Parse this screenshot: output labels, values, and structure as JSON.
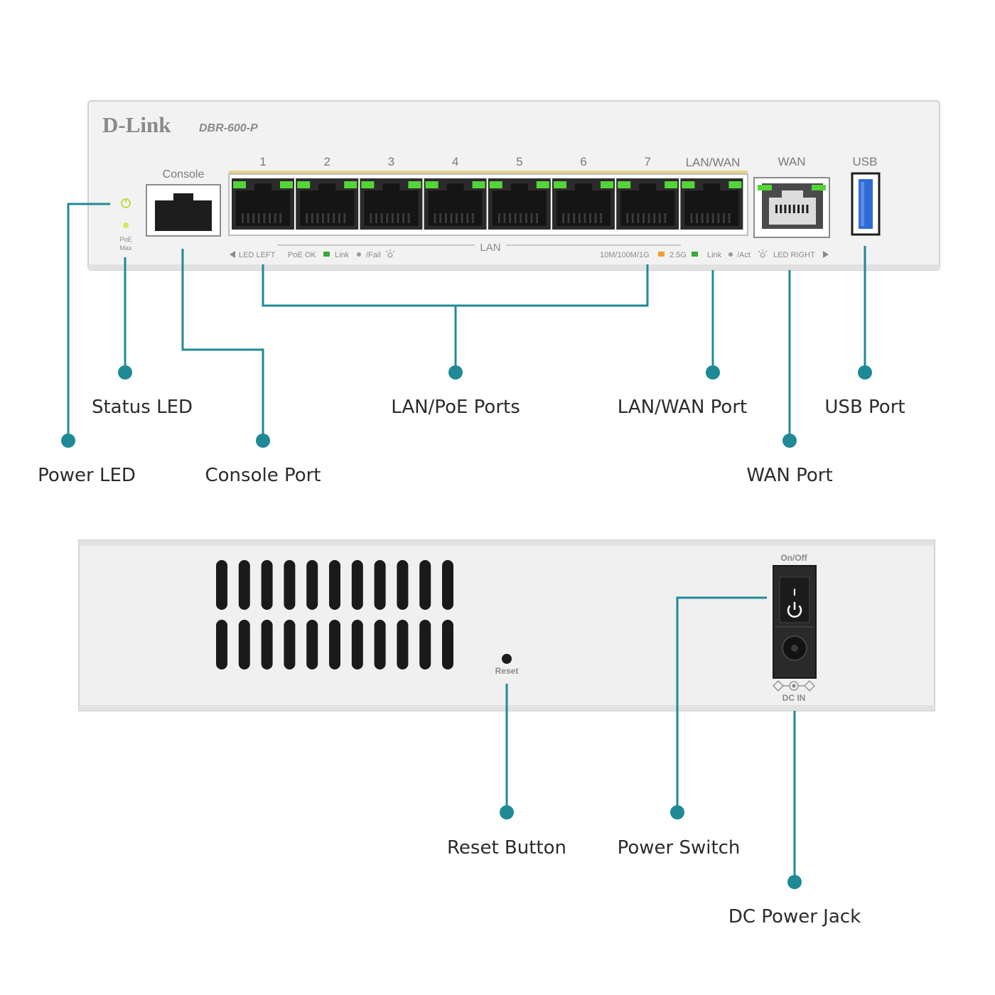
{
  "colors": {
    "accent": "#1f8a96",
    "chassis": "#f1f1f1",
    "chassis_edge": "#cfcfcf",
    "port_dark": "#1d1d1d",
    "led_green": "#55d43a",
    "led_orange": "#f0a030",
    "usb_blue": "#2f6bd8",
    "label_text": "#2b2b2b",
    "panel_text": "#7a7a7a"
  },
  "front_panel": {
    "brand": "D-Link",
    "model": "DBR-600-P",
    "console_label": "Console",
    "port_numbers": [
      "1",
      "2",
      "3",
      "4",
      "5",
      "6",
      "7"
    ],
    "lanwan_label": "LAN/WAN",
    "wan_label": "WAN",
    "usb_label": "USB",
    "lan_label": "LAN",
    "poe_led_label_1": "PoE",
    "poe_led_label_2": "Max",
    "legend_left": {
      "led_left": "LED LEFT",
      "poe_ok": "PoE OK",
      "link": "Link",
      "fail": "/Fail"
    },
    "legend_right": {
      "speed_1": "10M/100M/1G",
      "speed_2": "2.5G",
      "link": "Link",
      "act": "/Act",
      "led_right": "LED RIGHT"
    }
  },
  "rear_panel": {
    "reset_label": "Reset",
    "onoff_label": "On/Off",
    "dcin_label": "DC IN",
    "switch_on_mark": "I"
  },
  "callouts": {
    "status_led": "Status LED",
    "power_led": "Power LED",
    "console_port": "Console Port",
    "lan_poe_ports": "LAN/PoE Ports",
    "lan_wan_port": "LAN/WAN Port",
    "usb_port": "USB Port",
    "wan_port": "WAN Port",
    "reset_button": "Reset Button",
    "power_switch": "Power Switch",
    "dc_power_jack": "DC Power Jack"
  }
}
